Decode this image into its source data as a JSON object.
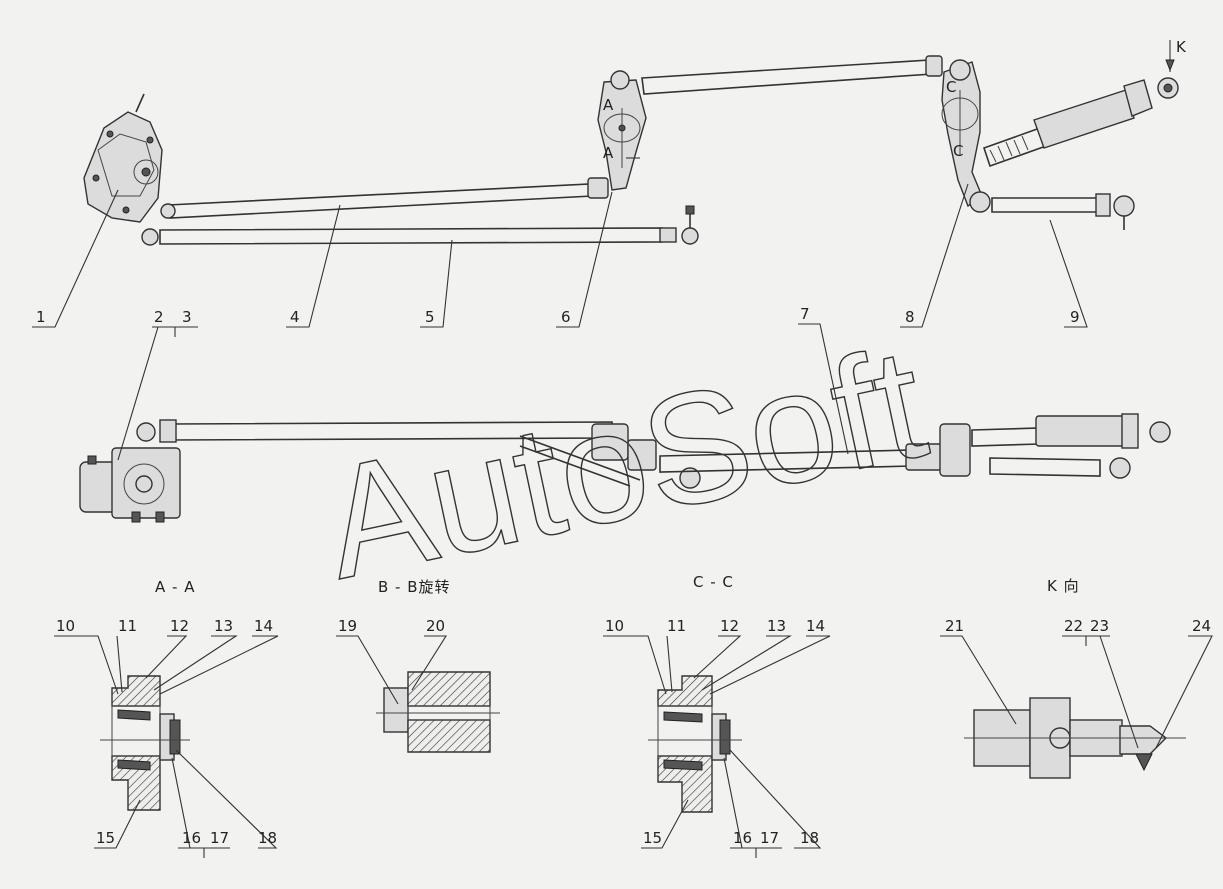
{
  "watermark": "AutoSoft",
  "sections": {
    "aa": "A - A",
    "bb": "B - B旋转",
    "cc": "C - C",
    "k": "K 向"
  },
  "view_marks": {
    "k_arrow": "K",
    "a_top": "A",
    "a_bottom": "A",
    "c_top": "C",
    "c_bottom": "C"
  },
  "callouts": [
    "1",
    "2",
    "3",
    "4",
    "5",
    "6",
    "7",
    "8",
    "9",
    "10",
    "11",
    "12",
    "13",
    "14",
    "15",
    "16",
    "17",
    "18",
    "19",
    "20",
    "21",
    "22",
    "23",
    "24"
  ]
}
